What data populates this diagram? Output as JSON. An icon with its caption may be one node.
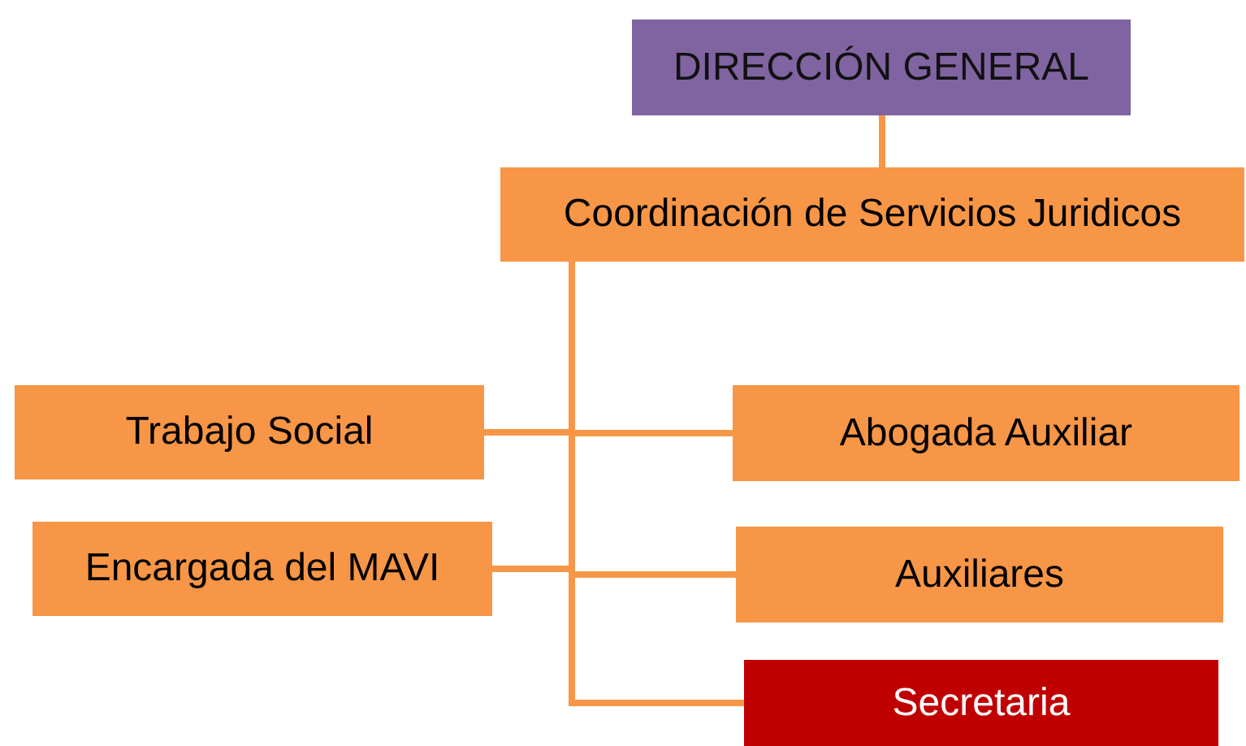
{
  "diagram": {
    "nodes": [
      {
        "text": [
          "DIRECCIÓN GENERAL"
        ]
      },
      {
        "text": [
          "Coordinación de Servicios Juridicos"
        ]
      },
      {
        "text": [
          "Trabajo Social"
        ]
      },
      {
        "text": [
          "Abogada Auxiliar"
        ]
      },
      {
        "text": [
          "Encargada del MAVI"
        ]
      },
      {
        "text": [
          "Auxiliares"
        ]
      },
      {
        "text": [
          "Secretaria"
        ]
      }
    ],
    "edges": [
      {
        "from": 0,
        "to": 1,
        "arrow": "none"
      },
      {
        "from": 1,
        "to": 2,
        "arrow": "none"
      },
      {
        "from": 1,
        "to": 3,
        "arrow": "none"
      },
      {
        "from": 1,
        "to": 4,
        "arrow": "none"
      },
      {
        "from": 1,
        "to": 5,
        "arrow": "none"
      },
      {
        "from": 1,
        "to": 6,
        "arrow": "none"
      }
    ]
  }
}
